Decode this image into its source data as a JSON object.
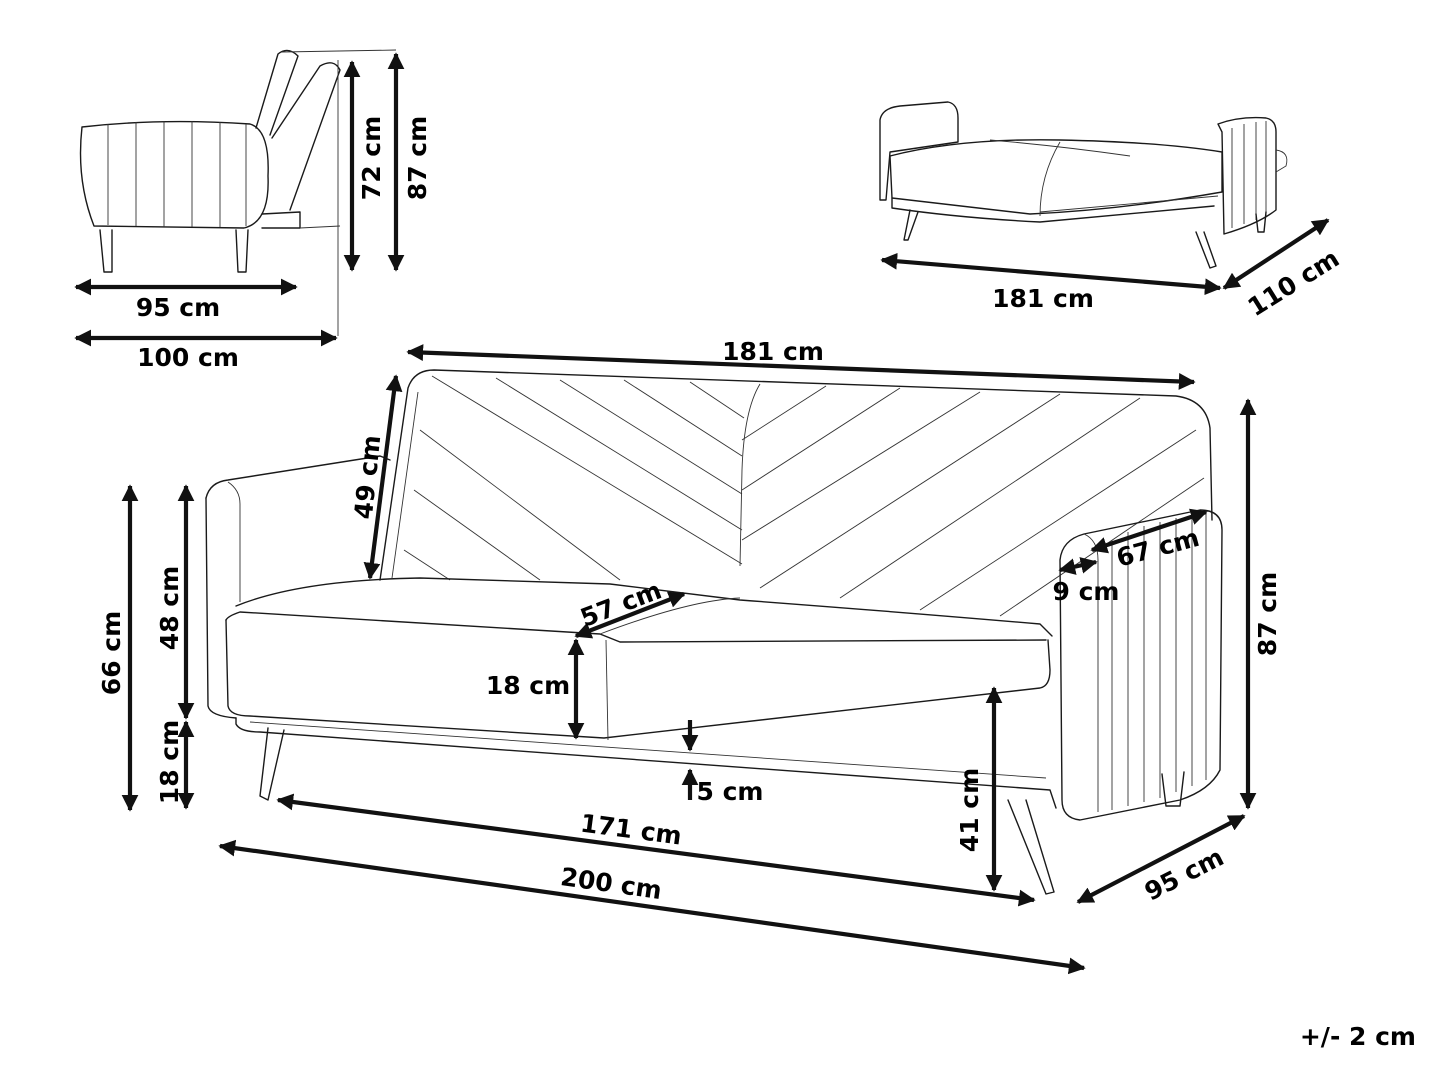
{
  "dimensions": {
    "side_depth_seat": "95 cm",
    "side_depth_bed": "100 cm",
    "side_height_back": "72 cm",
    "side_height_total": "87 cm",
    "bed_width": "181 cm",
    "bed_length": "110 cm",
    "back_width": "181 cm",
    "back_height": "49 cm",
    "total_height_left": "66 cm",
    "arm_height": "48 cm",
    "leg_height_left": "18 cm",
    "seat_depth": "57 cm",
    "cushion_thickness": "18 cm",
    "frame_gap": "5 cm",
    "arm_depth": "67 cm",
    "arm_width": "9 cm",
    "total_height_right": "87 cm",
    "seat_height": "41 cm",
    "inner_width": "171 cm",
    "total_width": "200 cm",
    "total_depth": "95 cm"
  },
  "tolerance": "+/- 2 cm"
}
